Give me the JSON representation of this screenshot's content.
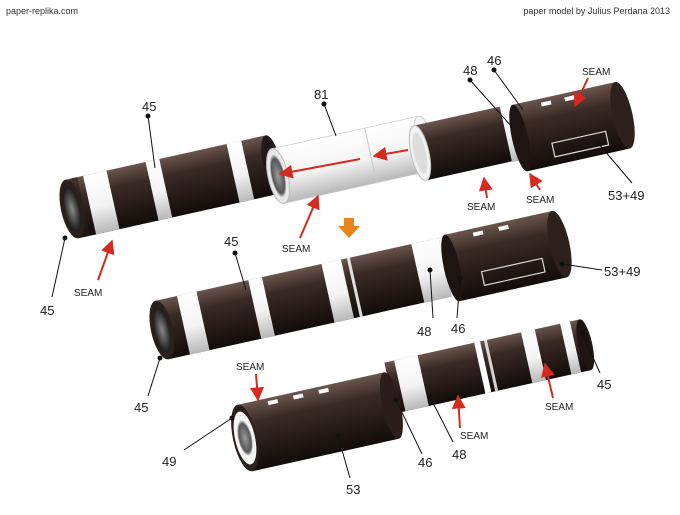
{
  "header": {
    "site": "paper-replika.com",
    "credit": "paper model by Julius Perdana 2013"
  },
  "labels": {
    "part_45": "45",
    "part_81": "81",
    "part_48": "48",
    "part_46": "46",
    "part_53_49": "53+49",
    "part_49": "49",
    "part_53": "53",
    "seam": "SEAM"
  },
  "colors": {
    "body": "#3a2a26",
    "band": "#ffffff",
    "seam_arrow": "#d42a20",
    "step_arrow": "#e8841c",
    "leader": "#111111"
  },
  "icons": {
    "step": "arrow-down-icon"
  }
}
